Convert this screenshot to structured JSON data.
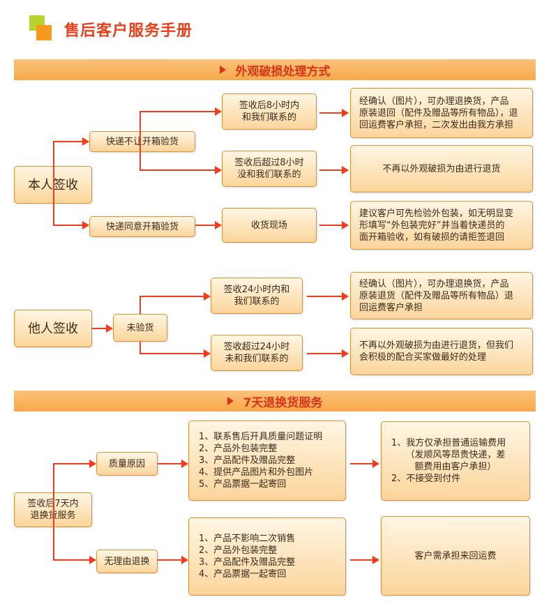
{
  "header": {
    "title": "售后客户服务手册"
  },
  "section1": {
    "title": "外观破损处理方式",
    "self_sign": {
      "root": "本人签收",
      "branch_a": "快递不让开箱验货",
      "branch_b": "快递同意开箱验货",
      "cond_a1": "签收后8小时内\n和我们联系的",
      "cond_a2": "签收后超过8小时\n没和我们联系的",
      "cond_b1": "收货现场",
      "res_a1": "经确认（图片），可办理退换货，产品\n原装退回（配件及赠品等所有物品），退\n回运费客户承担，二次发出由我方承担",
      "res_a2": "不再以外观破损为由进行退货",
      "res_b1": "建议客户可先检验外包装，如无明显变\n形填写“外包装完好”并当着快递员的\n面开箱验收，如有破损的请拒签退回"
    },
    "other_sign": {
      "root": "他人签收",
      "branch": "未验货",
      "cond1": "签收24小时内和\n我们联系的",
      "cond2": "签收超过24小时\n未和我们联系的",
      "res1": "经确认（图片），可办理退换货，产品\n原装退货（配件及赠品等所有物品）退\n回运费客户承担",
      "res2": "不再以外观破损为由进行退货，但我们\n会积极的配合买家做最好的处理"
    }
  },
  "section2": {
    "title": "7天退换货服务",
    "root": "签收后7天内\n退换货服务",
    "quality": {
      "label": "质量原因",
      "items": [
        "1、联系售后开具质量问题证明",
        "2、产品外包装完整",
        "3、产品配件及赠品完整",
        "4、提供产品图片和外包图片",
        "5、产品票据一起寄回"
      ],
      "result": [
        "1、我方仅承担普通运输费用",
        "（发顺风等昂贵快递，差",
        "额费用由客户承担）",
        "2、不接受到付件"
      ]
    },
    "noreason": {
      "label": "无理由退换",
      "items": [
        "1、产品不影响二次销售",
        "2、产品外包装完整",
        "3、产品配件及赠品完整",
        "4、产品票据一起寄回"
      ],
      "result": "客户需承担来回运费"
    }
  },
  "colors": {
    "accent": "#ee3c1c",
    "title": "#e8401d",
    "band": "#f7a84a",
    "box_border": "#e0913a"
  }
}
